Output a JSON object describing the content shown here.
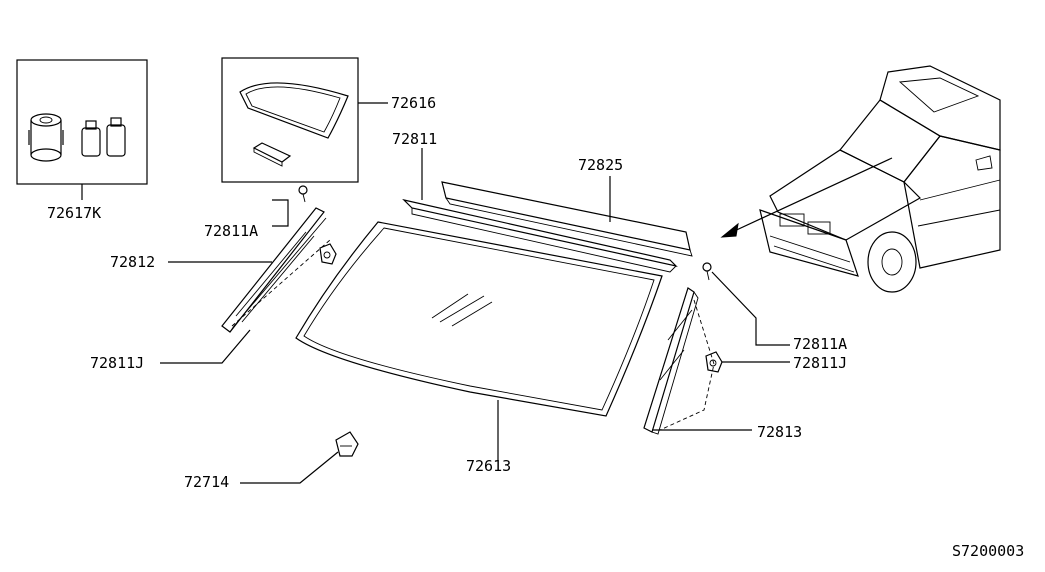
{
  "parts": {
    "p72617k": "72617K",
    "p72616": "72616",
    "p72811": "72811",
    "p72825": "72825",
    "p72811a_left": "72811A",
    "p72812": "72812",
    "p72811j_left": "72811J",
    "p72811a_right": "72811A",
    "p72811j_right": "72811J",
    "p72813": "72813",
    "p72613": "72613",
    "p72714": "72714"
  },
  "diagram_code": "S7200003"
}
